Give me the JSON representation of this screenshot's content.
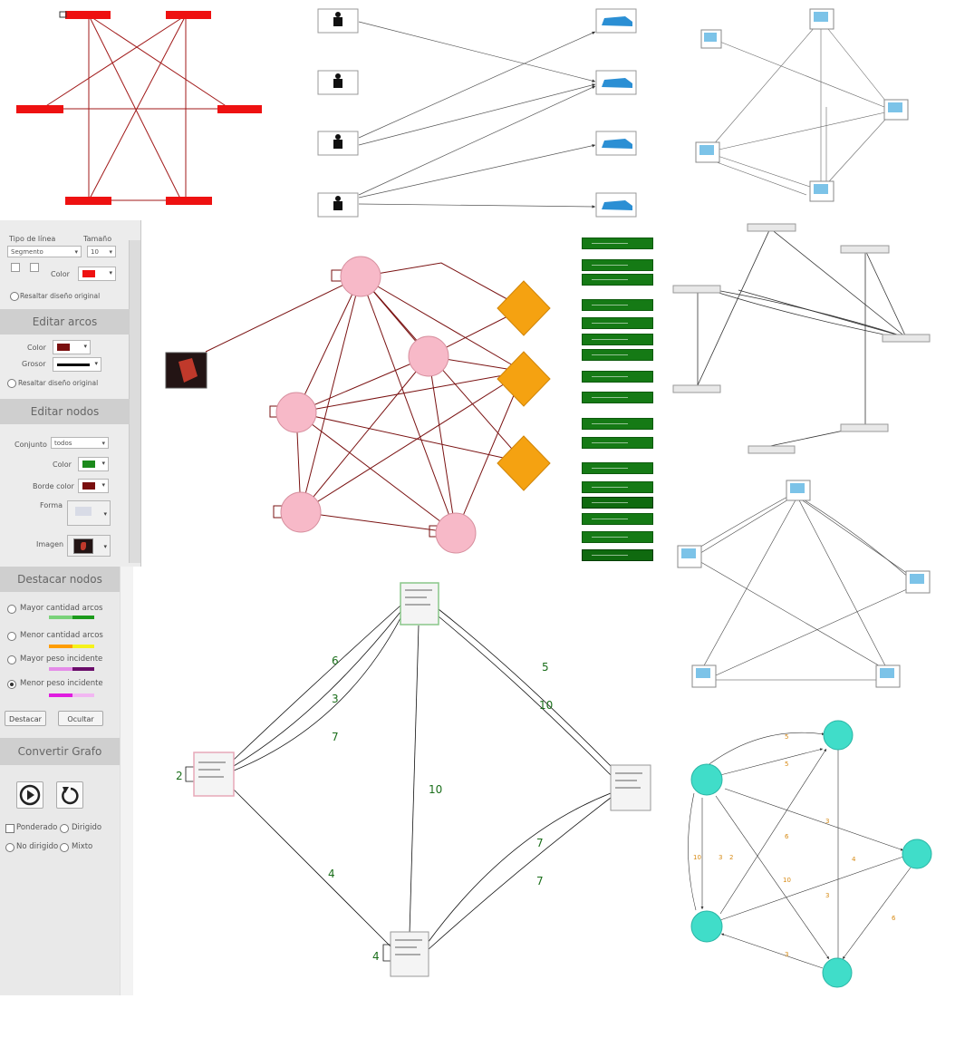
{
  "panel": {
    "tipo_de_linea_label": "Tipo de línea",
    "tamano_label": "Tamaño",
    "tipo_de_linea_value": "Segmento",
    "tamano_value": "10",
    "color_label": "Color",
    "resaltar_label": "Resaltar diseño original",
    "editar_arcos_header": "Editar arcos",
    "arcos_color_label": "Color",
    "arcos_grosor_label": "Grosor",
    "arcos_resaltar_label": "Resaltar diseño original",
    "editar_nodos_header": "Editar nodos",
    "conjunto_label": "Conjunto",
    "conjunto_value": "todos",
    "nodos_color_label": "Color",
    "borde_label": "Borde color",
    "forma_label": "Forma",
    "imagen_label": "Imagen",
    "colors": {
      "graph_color": "#ee1111",
      "arcos_color": "#7a0f0f",
      "arcos_grosor": "#000000",
      "nodos_color": "#1c8a1c",
      "borde_color": "#7a0f0f"
    }
  },
  "destacar": {
    "header": "Destacar nodos",
    "options": [
      {
        "label": "Mayor cantidad arcos",
        "bar_colors": [
          "#7ad27a",
          "#1b9a1b"
        ],
        "selected": false
      },
      {
        "label": "Menor cantidad arcos",
        "bar_colors": [
          "#ff9d00",
          "#f5f21a"
        ],
        "selected": false
      },
      {
        "label": "Mayor peso incidente",
        "bar_colors": [
          "#e48ce8",
          "#6a0d6a"
        ],
        "selected": false
      },
      {
        "label": "Menor peso incidente",
        "bar_colors": [
          "#e01ce0",
          "#f2b6f2"
        ],
        "selected": true
      }
    ],
    "destacar_button": "Destacar",
    "ocultar_button": "Ocultar"
  },
  "convertir": {
    "header": "Convertir Grafo",
    "options": [
      "Ponderado",
      "Dirigido",
      "No dirigido",
      "Mixto"
    ]
  },
  "weighted_graph": {
    "edge_labels": [
      "6",
      "3",
      "7",
      "5",
      "10",
      "10",
      "4",
      "7",
      "7"
    ],
    "loop_labels": [
      "2",
      "4"
    ]
  },
  "teal_graph": {
    "edge_labels": [
      "5",
      "5",
      "6",
      "3",
      "10",
      "3",
      "2",
      "10",
      "4",
      "3",
      "6",
      "3"
    ]
  }
}
